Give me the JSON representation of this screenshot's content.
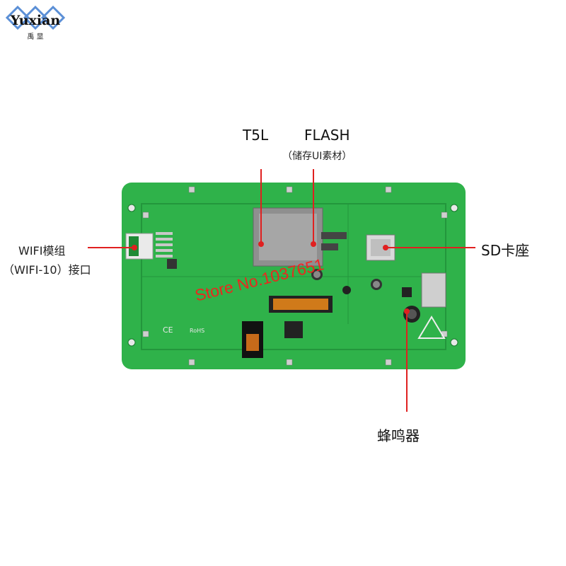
{
  "logo": {
    "text": "Yuxian",
    "subtext": "禹 显"
  },
  "labels": {
    "t5l": "T5L",
    "flash": "FLASH",
    "flash_note": "（储存UI素材）",
    "wifi_line1": "WIFI模组",
    "wifi_line2": "（WIFI-10）接口",
    "sd": "SD卡座",
    "buzzer": "蜂鸣器"
  },
  "watermark": "Store No.1037651",
  "board_marks": {
    "ce": "CE",
    "rohs": "RoHS"
  },
  "colors": {
    "pcb": "#2fb24a",
    "pcb_dark": "#1f8a35",
    "callout": "#e02020"
  }
}
